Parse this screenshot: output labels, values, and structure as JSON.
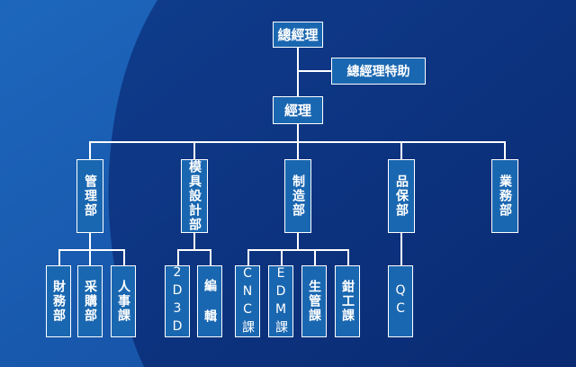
{
  "chart": {
    "top": "總經理",
    "assistant": "總經理特助",
    "manager": "經理",
    "departments": [
      {
        "label": "管理部",
        "sub": [
          "財務部",
          "采購部",
          "人事課"
        ]
      },
      {
        "label": "模具設計部",
        "sub": [
          "2D3D",
          "編 輯"
        ]
      },
      {
        "label": "制造部",
        "sub": [
          "CNC課",
          "EDM課",
          "生管課",
          "鉗工課"
        ]
      },
      {
        "label": "品保部",
        "sub": [
          "QC"
        ]
      },
      {
        "label": "業務部",
        "sub": []
      }
    ]
  },
  "colors": {
    "box_fill": "#1a67b1",
    "line": "#ffffff",
    "background_dark": "#0c2f7e",
    "background_light": "#1c5fb6"
  }
}
